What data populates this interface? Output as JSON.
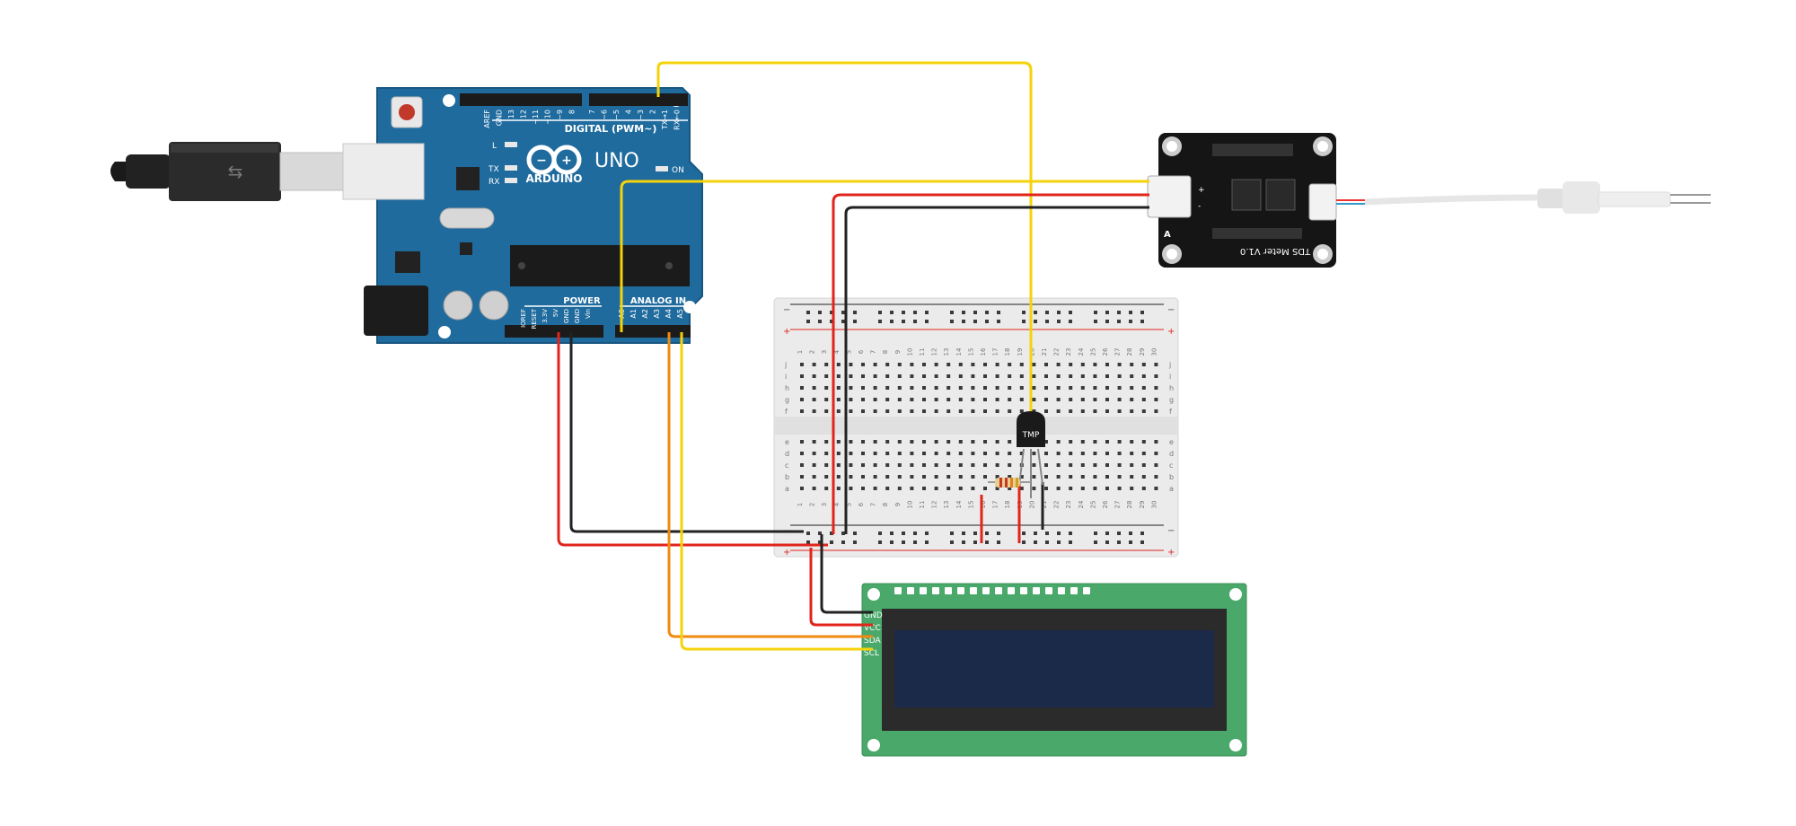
{
  "arduino": {
    "brand": "ARDUINO",
    "model": "UNO",
    "digital_header_label": "DIGITAL (PWM~)",
    "power_label": "POWER",
    "analog_label": "ANALOG IN",
    "led_labels": [
      "L",
      "TX",
      "RX"
    ],
    "on_label": "ON",
    "digital_pins": [
      "AREF",
      "GND",
      "13",
      "12",
      "~11",
      "~10",
      "~9",
      "8",
      "7",
      "~6",
      "~5",
      "4",
      "~3",
      "2",
      "TX→1",
      "RX←0"
    ],
    "power_pins": [
      "IOREF",
      "RESET",
      "3.3V",
      "5V",
      "GND",
      "GND",
      "Vin"
    ],
    "analog_pins": [
      "A0",
      "A1",
      "A2",
      "A3",
      "A4",
      "A5"
    ]
  },
  "tds_meter": {
    "title": "TDS Meter V1.0",
    "pin_labels": [
      "A",
      "+",
      "-"
    ]
  },
  "sensor": {
    "label": "TMP"
  },
  "breadboard": {
    "column_numbers": [
      "1",
      "2",
      "3",
      "4",
      "5",
      "6",
      "7",
      "8",
      "9",
      "10",
      "11",
      "12",
      "13",
      "14",
      "15",
      "16",
      "17",
      "18",
      "19",
      "20",
      "21",
      "22",
      "23",
      "24",
      "25",
      "26",
      "27",
      "28",
      "29",
      "30"
    ],
    "row_letters_top": [
      "j",
      "i",
      "h",
      "g",
      "f"
    ],
    "row_letters_bottom": [
      "e",
      "d",
      "c",
      "b",
      "a"
    ]
  },
  "lcd": {
    "pin_labels": [
      "GND",
      "VCC",
      "SDA",
      "SCL"
    ]
  },
  "colors": {
    "arduino_blue": "#1f6b9e",
    "wire_red": "#e1241c",
    "wire_black": "#222222",
    "wire_yellow": "#f5d30a",
    "wire_orange": "#f08a12",
    "lcd_green": "#4aa86a",
    "lcd_screen": "#1c2a4a"
  }
}
